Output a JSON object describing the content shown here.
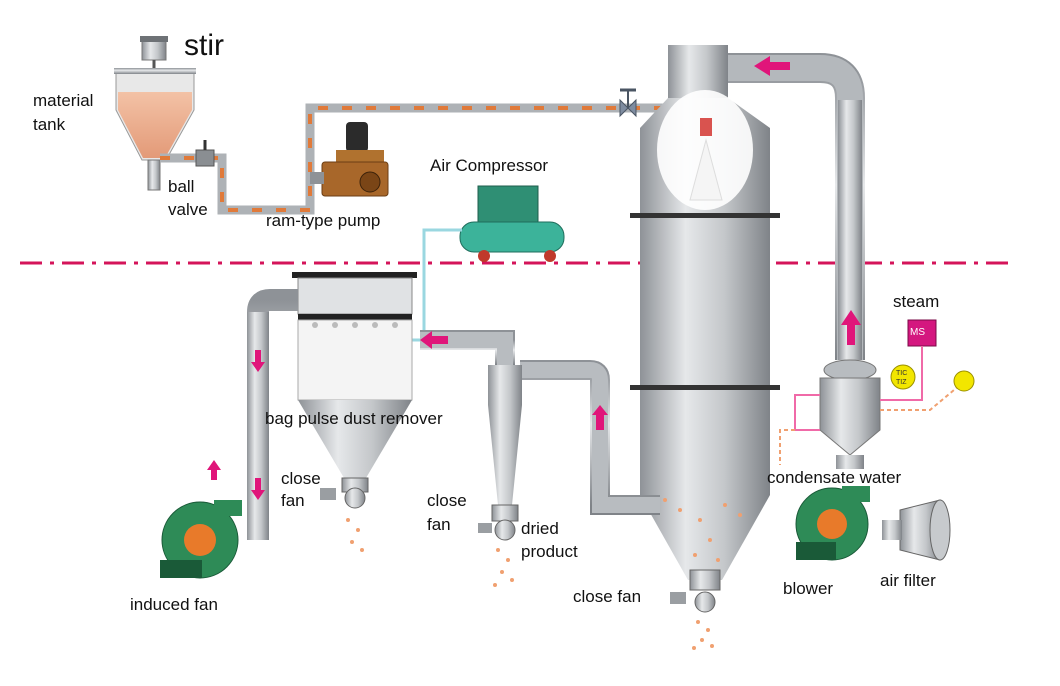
{
  "labels": {
    "stir": "stir",
    "material_tank_1": "material",
    "material_tank_2": "tank",
    "ball_valve_1": "ball",
    "ball_valve_2": "valve",
    "ram_pump": "ram-type pump",
    "air_compressor": "Air Compressor",
    "steam": "steam",
    "ms": "MS",
    "bag_pulse": "bag pulse dust remover",
    "close_fan_bag_1": "close",
    "close_fan_bag_2": "fan",
    "close_fan_cyclone_1": "close",
    "close_fan_cyclone_2": "fan",
    "dried_product_1": "dried",
    "dried_product_2": "product",
    "close_fan_tower": "close fan",
    "condensate_water": "condensate water",
    "induced_fan": "induced fan",
    "blower": "blower",
    "air_filter": "air filter",
    "tic": "TIC",
    "tiz": "TIZ"
  },
  "colors": {
    "steel": "#b9bcc0",
    "steel_dark": "#7d8186",
    "feed_line": "#e07a3a",
    "divider": "#d4145a",
    "arrow": "#e0157a",
    "ms_box": "#d4177f",
    "fan_green": "#2e8b57",
    "instrument_yellow": "#f2e600"
  }
}
